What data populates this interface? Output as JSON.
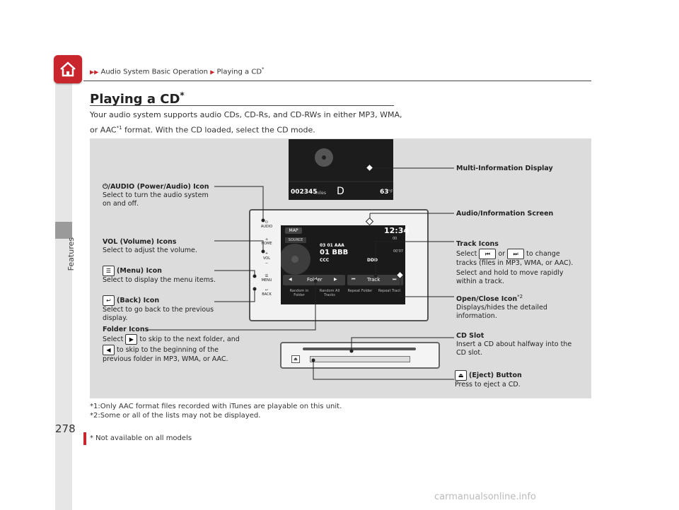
{
  "breadcrumb": {
    "part1": "Audio System Basic Operation",
    "part2": "Playing a CD",
    "star": "*"
  },
  "page": {
    "number": "278",
    "section": "Features",
    "title": "Playing a CD",
    "title_star": "*"
  },
  "intro": {
    "line1": "Your audio system supports audio CDs, CD-Rs, and CD-RWs in either MP3, WMA,",
    "line2a": "or AAC",
    "line2_sup": "*1",
    "line2b": " format. With the CD loaded, select the CD mode."
  },
  "labels": {
    "power_title": "/AUDIO (Power/Audio) Icon",
    "power_desc1": "Select to turn the audio system",
    "power_desc2": "on and off.",
    "vol_title": "VOL (Volume) Icons",
    "vol_desc": "Select to adjust the volume.",
    "menu_title": "(Menu) Icon",
    "menu_desc": "Select to display the menu items.",
    "back_title": "(Back) Icon",
    "back_desc1": "Select to go back to the previous",
    "back_desc2": "display.",
    "folder_title": "Folder Icons",
    "folder_desc1a": "Select",
    "folder_desc1b": "to skip to the next folder, and",
    "folder_desc2": "to skip to the beginning of the",
    "folder_desc3": "previous folder in MP3, WMA, or AAC.",
    "mid_title": "Multi-Information Display",
    "audio_screen_title": "Audio/Information Screen",
    "track_title": "Track Icons",
    "track_desc1a": "Select",
    "track_desc1b": "or",
    "track_desc1c": "to change",
    "track_desc2": "tracks (files in MP3, WMA, or AAC).",
    "track_desc3": "Select and hold to move rapidly",
    "track_desc4": "within a track.",
    "open_title": "Open/Close Icon",
    "open_sup": "*2",
    "open_desc1": "Displays/hides the detailed",
    "open_desc2": "information.",
    "slot_title": "CD Slot",
    "slot_desc1": "Insert a CD about halfway into the",
    "slot_desc2": "CD slot.",
    "eject_title": "(Eject) Button",
    "eject_desc": "Press to eject a CD."
  },
  "mid_display": {
    "odometer": "002345",
    "odo_unit": "miles",
    "gear": "D",
    "temp": "63",
    "temp_unit": "°F"
  },
  "av_screen": {
    "map": "MAP",
    "clock": "12:34",
    "source": "SOURCE",
    "folder_line": "03 01 AAA",
    "track_big": "01 BBB",
    "artist": "CCC",
    "album": "DDD",
    "elapsed": "00'07",
    "time_small": "00",
    "folder_btn": "Folder",
    "track_btn": "Track",
    "soft": [
      "Random in Folder",
      "Random All Tracks",
      "Repeat Folder",
      "Repeat Track"
    ]
  },
  "console_icons": {
    "audio": "AUDIO",
    "home": "HOME",
    "vol": "VOL",
    "menu": "MENU",
    "back": "BACK"
  },
  "footnotes": {
    "n1": "*1:Only AAC format files recorded with iTunes are playable on this unit.",
    "n2": "*2:Some or all of the lists may not be displayed."
  },
  "footer": {
    "note": "* Not available on all models"
  },
  "watermark": "carmanualsonline.info",
  "colors": {
    "accent": "#c8262c",
    "panel": "#dcdcdc"
  }
}
